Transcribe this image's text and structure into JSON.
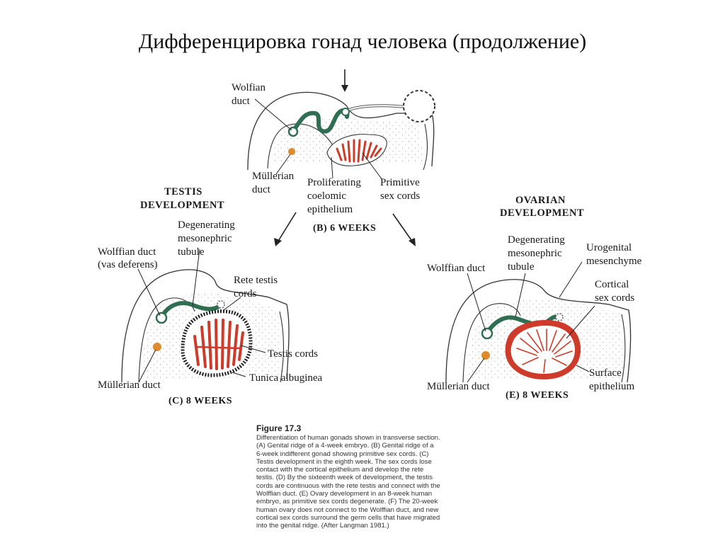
{
  "slide": {
    "title": "Дифференцировка гонад человека (продолжение)"
  },
  "panel_b": {
    "label": "(B)  6 WEEKS",
    "wolffian": [
      "Wolfian",
      "duct"
    ],
    "mullerian": [
      "Müllerian",
      "duct"
    ],
    "proliferating": [
      "Proliferating",
      "coelomic",
      "epithelium"
    ],
    "primitive": [
      "Primitive",
      "sex cords"
    ]
  },
  "testis": {
    "heading": [
      "TESTIS",
      "DEVELOPMENT"
    ],
    "label": "(C)  8 WEEKS",
    "degenerating": [
      "Degenerating",
      "mesonephric",
      "tubule"
    ],
    "wolffian": [
      "Wolffian duct",
      "(vas deferens)"
    ],
    "rete": [
      "Rete testis",
      "cords"
    ],
    "testis_cords": "Testis cords",
    "tunica": "Tunica albuginea",
    "mullerian": "Müllerian duct"
  },
  "ovary": {
    "heading": [
      "OVARIAN",
      "DEVELOPMENT"
    ],
    "label": "(E)  8 WEEKS",
    "degenerating": [
      "Degenerating",
      "mesonephric",
      "tubule"
    ],
    "urogenital": [
      "Urogenital",
      "mesenchyme"
    ],
    "wolffian": "Wolffian duct",
    "cortical": [
      "Cortical",
      "sex cords"
    ],
    "surface": [
      "Surface",
      "epithelium"
    ],
    "mullerian": "Müllerian duct"
  },
  "caption": {
    "heading": "Figure 17.3",
    "lines": [
      "Differentiation of human gonads shown in transverse section.",
      "(A) Genital ridge of a 4-week embryo. (B) Genital ridge of a",
      "6-week indifferent gonad showing primitive sex cords. (C)",
      "Testis development in the eighth week. The sex cords lose",
      "contact with the cortical epithelium and develop the rete",
      "testis. (D) By the sixteenth week of development, the testis",
      "cords are continuous with the rete testis and connect with the",
      "Wolffian duct. (E) Ovary development in an 8-week human",
      "embryo, as primitive sex cords degenerate. (F) The 20-week",
      "human ovary does not connect to the Wolffian duct, and new",
      "cortical sex cords surround the germ cells that have migrated",
      "into the genital ridge. (After Langman 1981.)"
    ]
  },
  "colors": {
    "duct_green": "#2f6e52",
    "gonad_red": "#cf3b2a",
    "mullerian_orange": "#e08a2e"
  }
}
